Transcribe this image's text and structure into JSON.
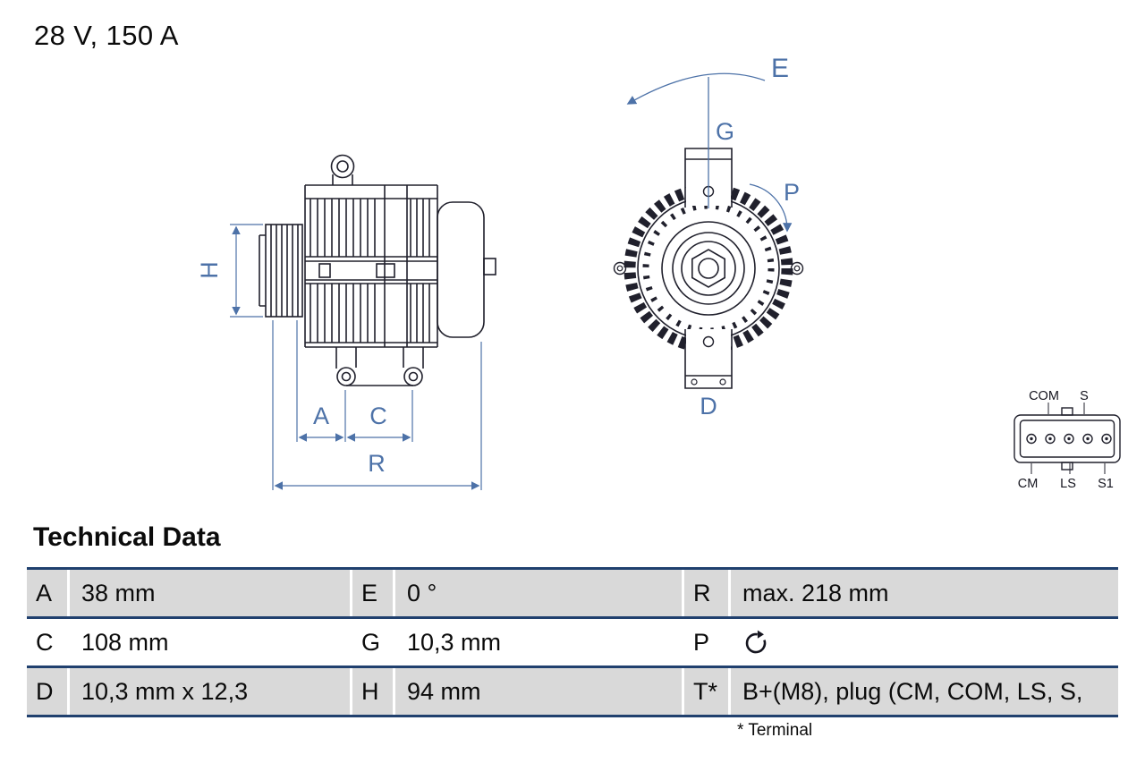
{
  "header": {
    "rating": "28 V, 150 A"
  },
  "diagram": {
    "side_view": {
      "labels": {
        "H": "H",
        "A": "A",
        "C": "C",
        "R": "R"
      }
    },
    "front_view": {
      "labels": {
        "E": "E",
        "G": "G",
        "P": "P",
        "D": "D"
      }
    },
    "connector": {
      "top_labels": [
        "COM",
        "S"
      ],
      "bottom_labels": [
        "CM",
        "LS",
        "S1"
      ]
    },
    "colors": {
      "line": "#20202c",
      "dimension_blue": "#4d72a8"
    }
  },
  "table": {
    "heading": "Technical Data",
    "colors": {
      "border": "#20406e",
      "row_gray": "#d9d9d9"
    },
    "rows": [
      [
        {
          "letter": "A",
          "value": "38 mm"
        },
        {
          "letter": "E",
          "value": "0 °"
        },
        {
          "letter": "R",
          "value": "max. 218 mm"
        }
      ],
      [
        {
          "letter": "C",
          "value": "108 mm"
        },
        {
          "letter": "G",
          "value": "10,3 mm"
        },
        {
          "letter": "P",
          "icon": "rotation-direction-icon"
        }
      ],
      [
        {
          "letter": "D",
          "value": "10,3 mm x 12,3"
        },
        {
          "letter": "H",
          "value": "94 mm"
        },
        {
          "letter": "T*",
          "value": "B+(M8), plug (CM, COM, LS, S,"
        }
      ]
    ],
    "footnote": "* Terminal"
  }
}
